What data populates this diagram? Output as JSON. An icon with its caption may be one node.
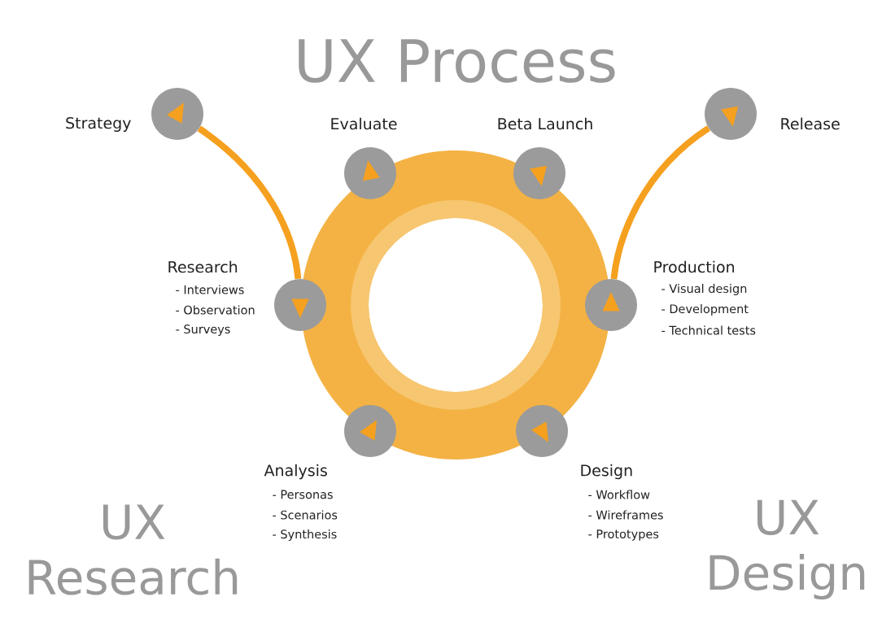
{
  "diagram": {
    "title": "UX Process",
    "nodes": [
      {
        "text": [],
        "shape": "circle",
        "beside": [
          "Strategy"
        ]
      },
      {
        "text": [],
        "shape": "circle",
        "beside": [
          "Evaluate"
        ]
      },
      {
        "text": [],
        "shape": "circle",
        "beside": [
          "Beta Launch"
        ]
      },
      {
        "text": [],
        "shape": "circle",
        "beside": [
          "Release"
        ]
      },
      {
        "text": [],
        "shape": "circle",
        "beside": [
          "Research",
          "- Interviews",
          "- Observation",
          "- Surveys"
        ]
      },
      {
        "text": [],
        "shape": "circle",
        "beside": [
          "Production",
          "- Visual design",
          "- Development",
          "- Technical tests"
        ]
      },
      {
        "text": [],
        "shape": "circle",
        "beside": [
          "Analysis",
          "- Personas",
          "- Scenarios",
          "- Synthesis"
        ]
      },
      {
        "text": [],
        "shape": "circle",
        "beside": [
          "Design",
          "- Workflow",
          "- Wireframes",
          "- Prototypes"
        ]
      }
    ],
    "edges": [
      {
        "from": 0,
        "to": 4,
        "arrow": "none"
      },
      {
        "from": 5,
        "to": 3,
        "arrow": "none"
      }
    ],
    "labels": [
      "UX Research",
      "UX Design"
    ]
  }
}
